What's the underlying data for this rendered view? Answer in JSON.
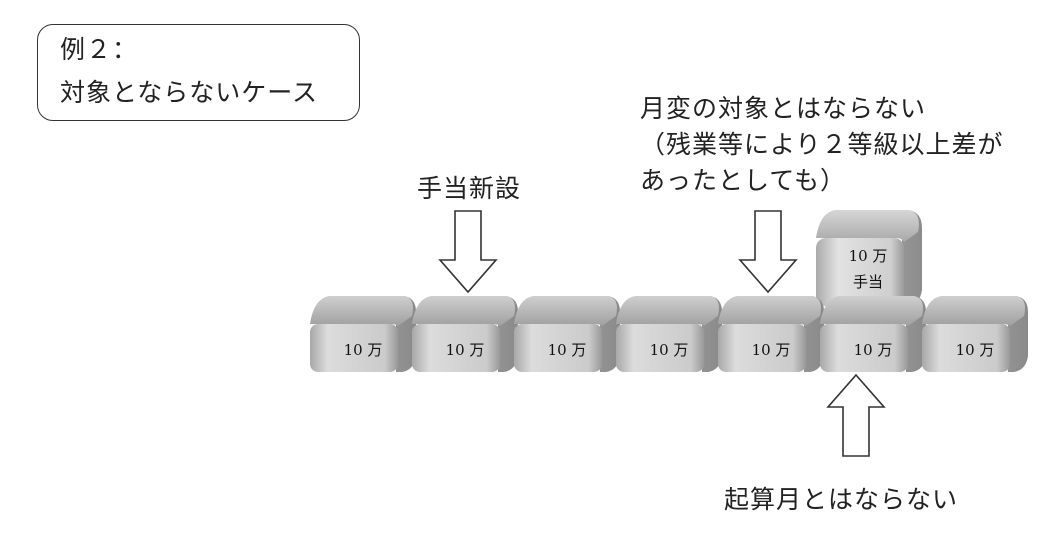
{
  "title_box": {
    "line1": "例２：",
    "line2": "対象とならないケース"
  },
  "labels": {
    "new_allowance": "手当新設",
    "not_subject": [
      "月変の対象とはならない",
      "（残業等により２等級以上差が",
      "あったとしても）"
    ],
    "not_start_month": "起算月とはならない"
  },
  "blocks": [
    {
      "label": "10 万"
    },
    {
      "label": "10 万"
    },
    {
      "label": "10 万"
    },
    {
      "label": "10 万"
    },
    {
      "label": "10 万"
    },
    {
      "label": "10 万"
    },
    {
      "label": "10 万"
    }
  ],
  "allowance_block": {
    "line1": "10 万",
    "line2": "手当"
  },
  "colors": {
    "block_top": "#b8b8b8",
    "block_front": "#c8c8c8",
    "block_side": "#9a9a9a",
    "stroke": "#333333"
  }
}
